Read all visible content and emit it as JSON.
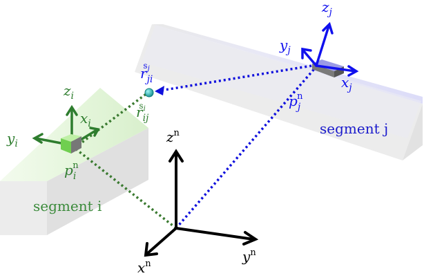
{
  "labels": {
    "segment_i": "segment i",
    "segment_j": "segment j",
    "zi": {
      "base": "z",
      "sub": "i"
    },
    "xi": {
      "base": "x",
      "sub": "i"
    },
    "yi": {
      "base": "y",
      "sub": "i"
    },
    "pi": {
      "base": "p",
      "sub": "i",
      "sup": "n"
    },
    "rij": {
      "base": "r",
      "sub": "ij",
      "sup": "s",
      "supsub": "i"
    },
    "rji": {
      "base": "r",
      "sub": "ji",
      "sup": "s",
      "supsub": "j"
    },
    "zj": {
      "base": "z",
      "sub": "j"
    },
    "yj": {
      "base": "y",
      "sub": "j"
    },
    "xj": {
      "base": "x",
      "sub": "j"
    },
    "pj": {
      "base": "p",
      "sub": "j",
      "sup": "n"
    },
    "zn": {
      "base": "z",
      "sup": "n"
    },
    "xn": {
      "base": "x",
      "sup": "n"
    },
    "yn": {
      "base": "y",
      "sup": "n"
    }
  },
  "colors": {
    "segment_i_label": "#3a8a3a",
    "frame_i": "#2e7d2e",
    "link_i": "#3a7a30",
    "segment_j_label": "#1a1acc",
    "frame_j": "#1010ee",
    "link_j": "#1010dd",
    "world_frame": "#000000",
    "contact_point": "#1aa8a8"
  }
}
